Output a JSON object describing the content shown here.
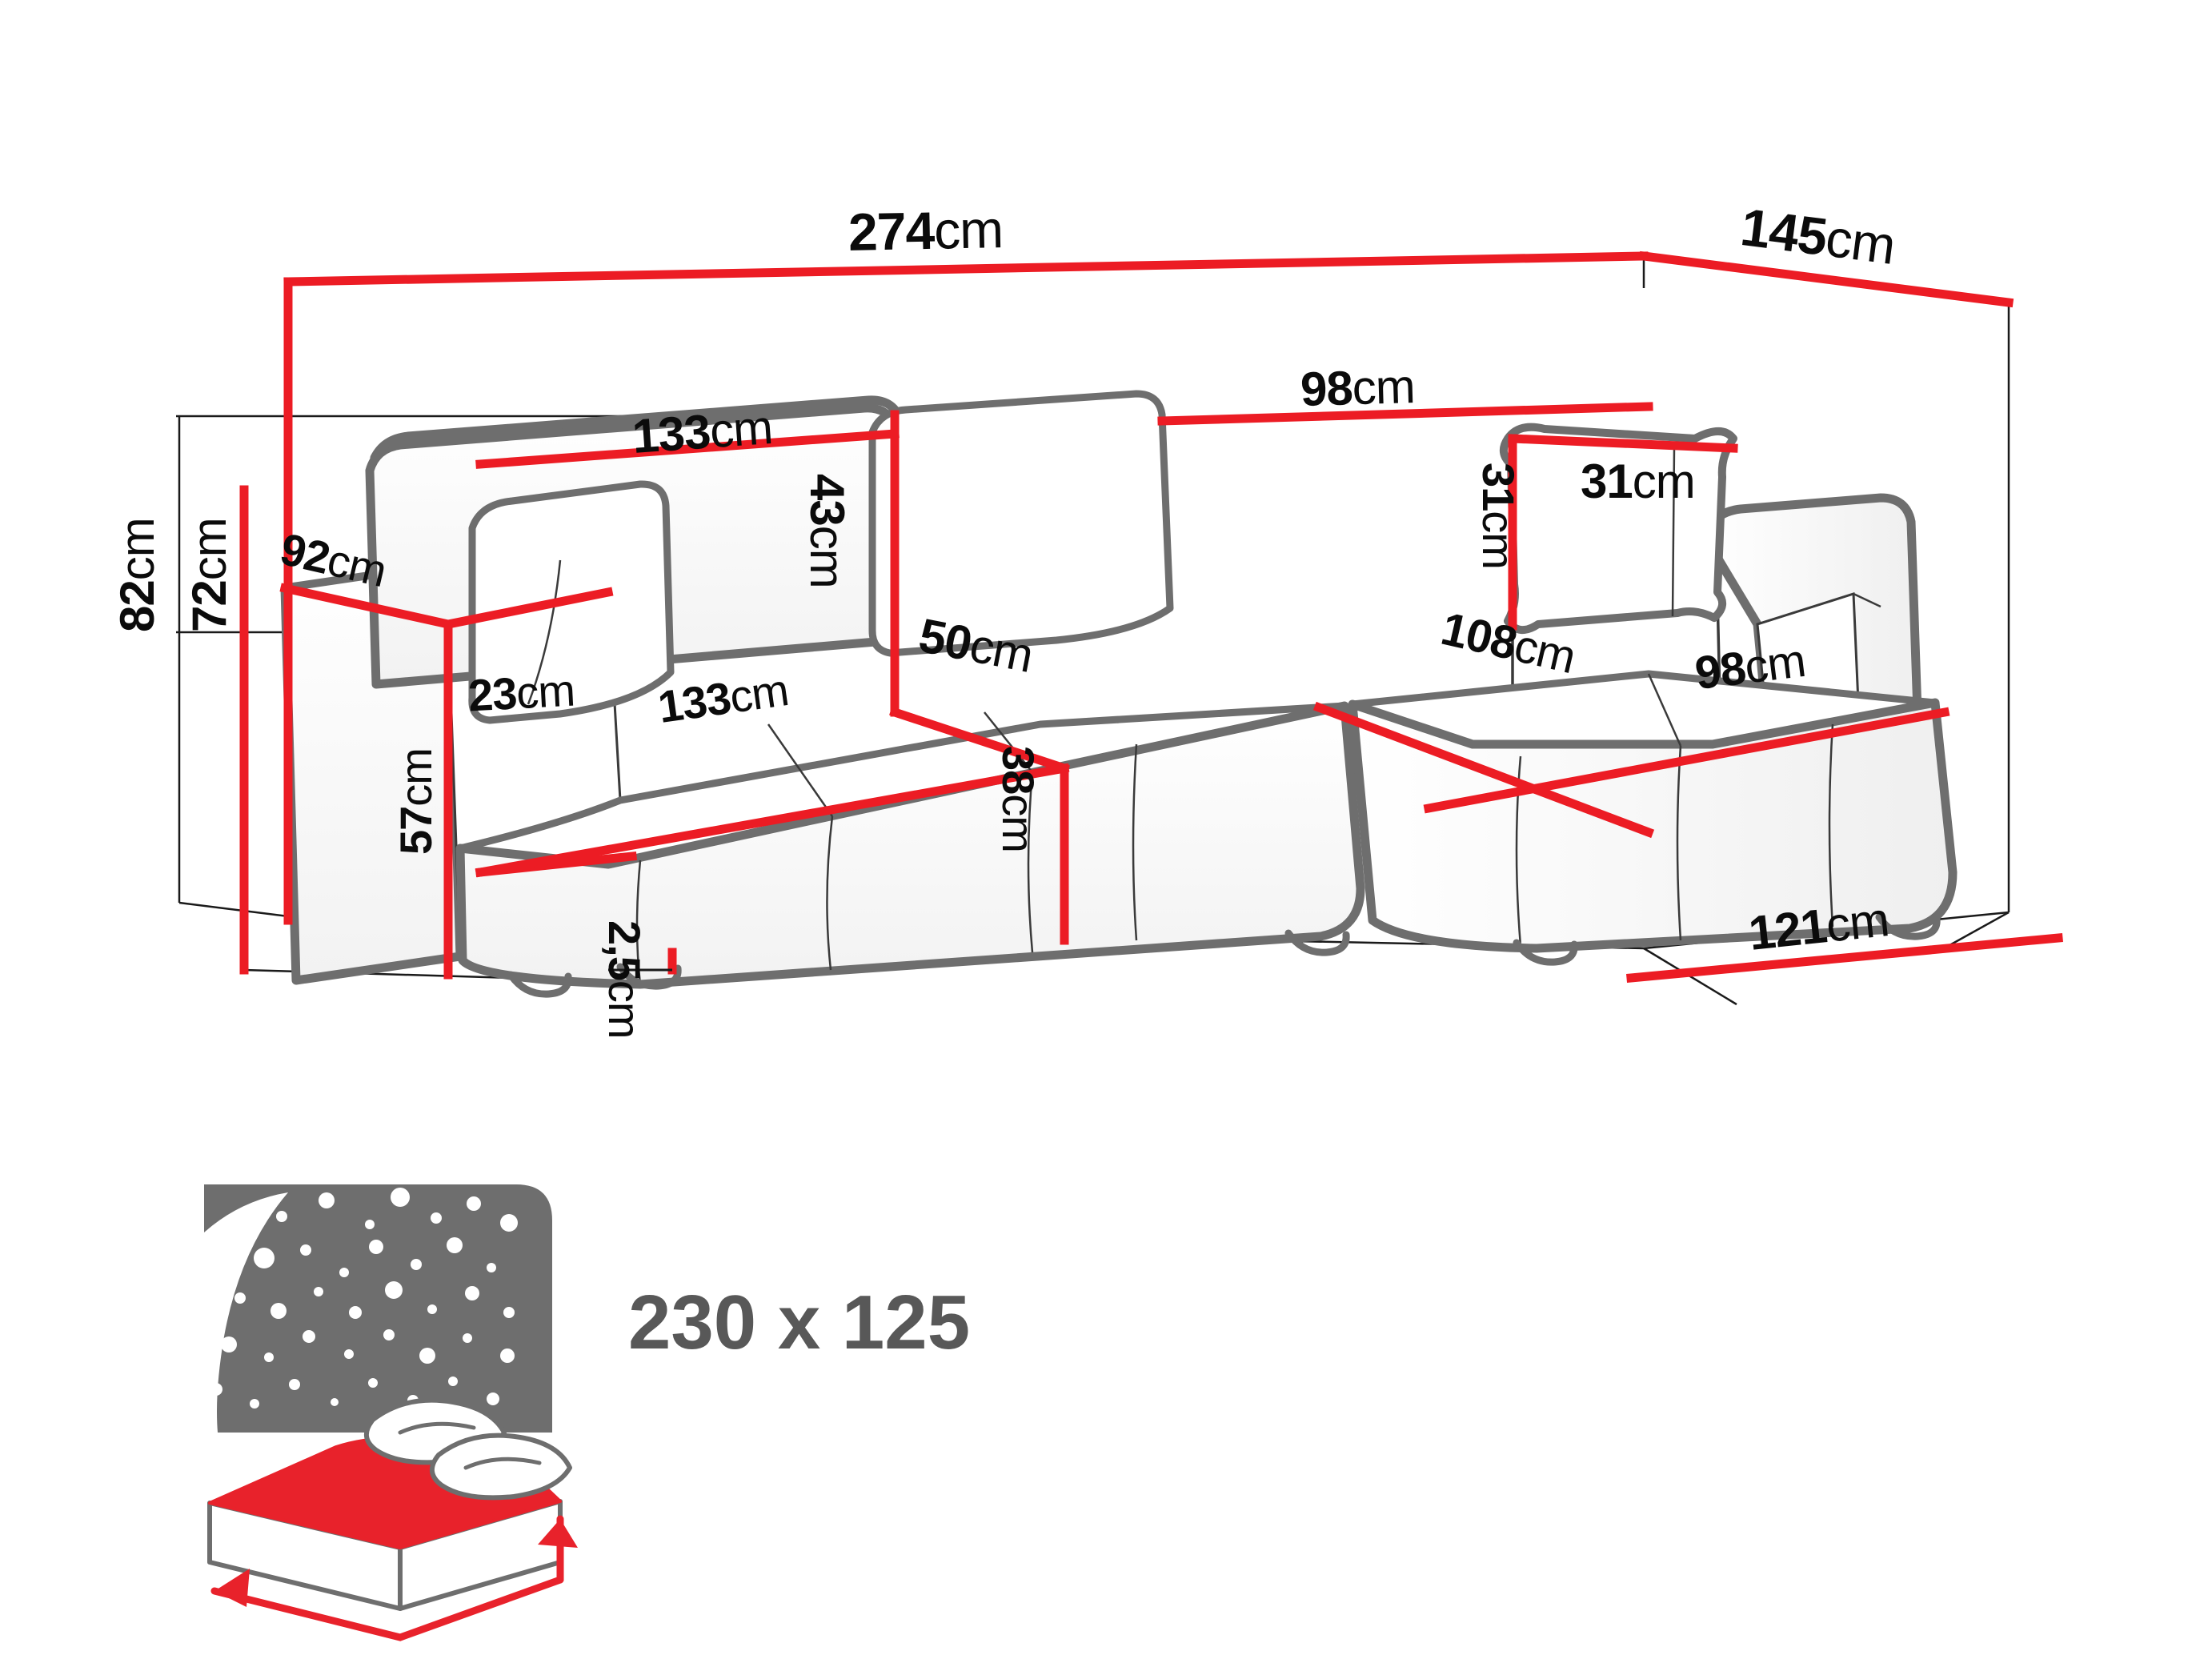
{
  "diagram": {
    "title": "Corner sofa bed dimension diagram",
    "colors": {
      "dimension_line": "#EC1C24",
      "outline_dark": "#6E6E6E",
      "outline_thin": "#3A3A3A",
      "bbox_line": "#1A1A1A",
      "label_text": "#0B0B0B",
      "bed_label_text": "#585858",
      "mattress_red": "#E8222B",
      "night_panel_gray": "#6E6E6E",
      "background": "#FFFFFF"
    },
    "measurements": [
      {
        "id": "overall-width",
        "value": "274",
        "unit": "cm",
        "orientation": "horizontal"
      },
      {
        "id": "overall-depth",
        "value": "145",
        "unit": "cm",
        "orientation": "horizontal"
      },
      {
        "id": "backrest-left-width",
        "value": "133",
        "unit": "cm",
        "orientation": "horizontal"
      },
      {
        "id": "backrest-right-width",
        "value": "98",
        "unit": "cm",
        "orientation": "horizontal"
      },
      {
        "id": "backrest-height",
        "value": "43",
        "unit": "cm",
        "orientation": "vertical"
      },
      {
        "id": "cushion-depth",
        "value": "50",
        "unit": "cm",
        "orientation": "horizontal"
      },
      {
        "id": "total-height",
        "value": "82",
        "unit": "cm",
        "orientation": "vertical"
      },
      {
        "id": "back-height",
        "value": "72",
        "unit": "cm",
        "orientation": "vertical"
      },
      {
        "id": "arm-depth",
        "value": "92",
        "unit": "cm",
        "orientation": "horizontal"
      },
      {
        "id": "arm-height",
        "value": "57",
        "unit": "cm",
        "orientation": "vertical"
      },
      {
        "id": "arm-width",
        "value": "23",
        "unit": "cm",
        "orientation": "horizontal"
      },
      {
        "id": "seat-left-width",
        "value": "133",
        "unit": "cm",
        "orientation": "horizontal"
      },
      {
        "id": "seat-height",
        "value": "38",
        "unit": "cm",
        "orientation": "vertical"
      },
      {
        "id": "leg-height",
        "value": "2,5",
        "unit": "cm",
        "orientation": "vertical"
      },
      {
        "id": "pillow-height",
        "value": "31",
        "unit": "cm",
        "orientation": "vertical"
      },
      {
        "id": "pillow-width",
        "value": "31",
        "unit": "cm",
        "orientation": "horizontal"
      },
      {
        "id": "chaise-depth",
        "value": "108",
        "unit": "cm",
        "orientation": "horizontal"
      },
      {
        "id": "chaise-seat-width",
        "value": "98",
        "unit": "cm",
        "orientation": "horizontal"
      },
      {
        "id": "chaise-width",
        "value": "121",
        "unit": "cm",
        "orientation": "horizontal"
      }
    ],
    "sleeping_area": {
      "icon_name": "sleeping-area-icon",
      "label": "230 x 125"
    }
  }
}
